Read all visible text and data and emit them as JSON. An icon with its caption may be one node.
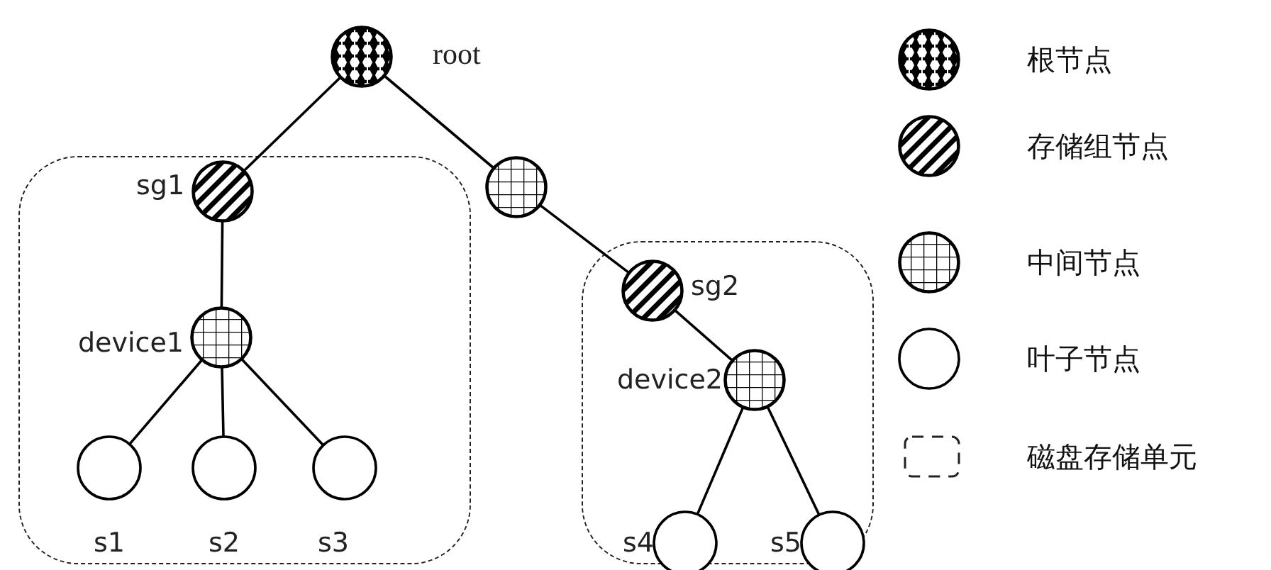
{
  "diagram": {
    "nodes": [
      {
        "text": [],
        "shape": "circle",
        "beside": [
          "root"
        ]
      },
      {
        "text": [],
        "shape": "box"
      },
      {
        "text": [],
        "shape": "circle",
        "beside": [
          "sg1"
        ],
        "in": 1
      },
      {
        "text": [],
        "shape": "circle",
        "beside": [
          "device1"
        ],
        "in": 1
      },
      {
        "text": [],
        "shape": "circle",
        "beside": [
          "s1"
        ],
        "in": 1
      },
      {
        "text": [],
        "shape": "circle",
        "beside": [
          "s2"
        ],
        "in": 1
      },
      {
        "text": [],
        "shape": "circle",
        "beside": [
          "s3"
        ],
        "in": 1
      },
      {
        "text": [],
        "shape": "circle"
      },
      {
        "text": [],
        "shape": "box"
      },
      {
        "text": [],
        "shape": "circle",
        "beside": [
          "sg2"
        ],
        "in": 8
      },
      {
        "text": [],
        "shape": "circle",
        "beside": [
          "device2"
        ],
        "in": 8
      },
      {
        "text": [],
        "shape": "circle",
        "beside": [
          "s4"
        ],
        "in": 8
      },
      {
        "text": [],
        "shape": "circle",
        "beside": [
          "s5"
        ],
        "in": 8
      }
    ],
    "edges": [
      {
        "from": 0,
        "to": 2,
        "arrow": "none"
      },
      {
        "from": 0,
        "to": 7,
        "arrow": "none"
      },
      {
        "from": 2,
        "to": 3,
        "arrow": "none"
      },
      {
        "from": 3,
        "to": 4,
        "arrow": "none"
      },
      {
        "from": 3,
        "to": 5,
        "arrow": "none"
      },
      {
        "from": 3,
        "to": 6,
        "arrow": "none"
      },
      {
        "from": 7,
        "to": 9,
        "arrow": "none"
      },
      {
        "from": 9,
        "to": 10,
        "arrow": "none"
      },
      {
        "from": 10,
        "to": 11,
        "arrow": "none"
      },
      {
        "from": 10,
        "to": 12,
        "arrow": "none"
      }
    ],
    "legend": [
      {
        "text": "根节点"
      },
      {
        "text": "存储组节点"
      },
      {
        "text": "中间节点"
      },
      {
        "text": "叶子节点"
      },
      {
        "text": "磁盘存储单元"
      }
    ]
  }
}
